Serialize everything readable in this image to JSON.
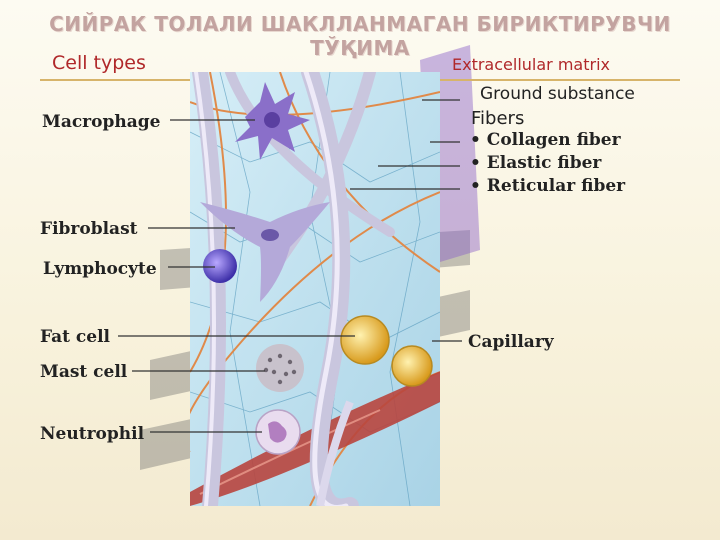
{
  "title": "СИЙРАК ТОЛАЛИ ШАКЛЛАНМАГАН БИРИКТИРУВЧИ ТЎҚИМА",
  "headings": {
    "cells": "Cell types",
    "matrix": "Extracellular matrix"
  },
  "cell_labels": {
    "macrophage": "Macrophage",
    "fibroblast": "Fibroblast",
    "lymphocyte": "Lymphocyte",
    "fat_cell": "Fat cell",
    "mast_cell": "Mast cell",
    "neutrophil": "Neutrophil"
  },
  "matrix_labels": {
    "ground_substance": "Ground substance",
    "fibers": "Fibers",
    "collagen": "• Collagen fiber",
    "elastic": "• Elastic fiber",
    "reticular": "• Reticular fiber",
    "capillary": "Capillary"
  },
  "colors": {
    "heading": "#b0282a",
    "rule": "#d7b46a",
    "tissue_bg": "#bfe0ee",
    "collagen": "#c9c6de",
    "elastic": "#e08a4a",
    "capillary": "#b8453e",
    "fat": "#e6b73a",
    "watermark": "#7a55b8"
  }
}
